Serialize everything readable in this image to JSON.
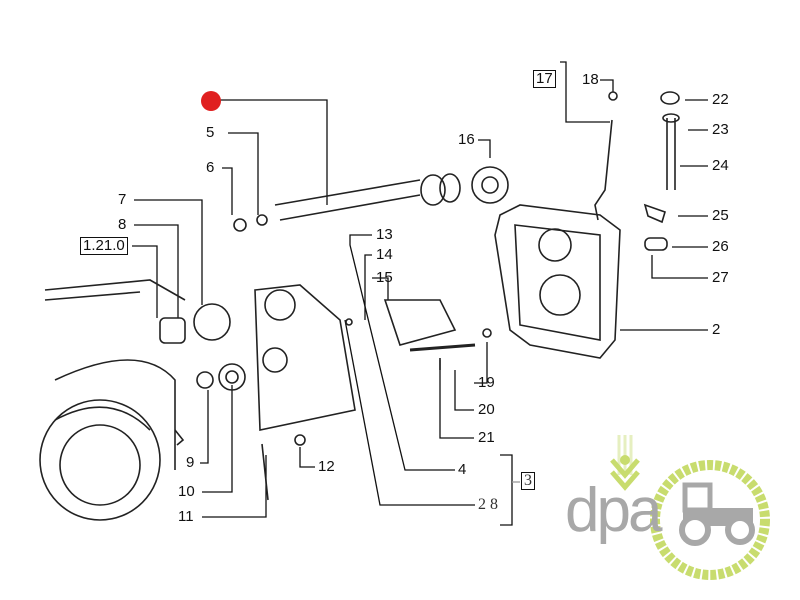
{
  "labels": {
    "p1_21_0": "1.21.0",
    "p2": "2",
    "p3": "3",
    "p4": "4",
    "p5": "5",
    "p6": "6",
    "p7": "7",
    "p8": "8",
    "p9": "9",
    "p10": "10",
    "p11": "11",
    "p12": "12",
    "p13": "13",
    "p14": "14",
    "p15": "15",
    "p16": "16",
    "p17": "17",
    "p18": "18",
    "p19": "19",
    "p20": "20",
    "p21": "21",
    "p22": "22",
    "p23": "23",
    "p24": "24",
    "p25": "25",
    "p26": "26",
    "p27": "27",
    "p28": "2 8"
  },
  "logo": {
    "text": "dpa"
  },
  "colors": {
    "marker": "#e02020",
    "logo_green": "#c8dc6e",
    "logo_gray": "#a8a8a8"
  }
}
